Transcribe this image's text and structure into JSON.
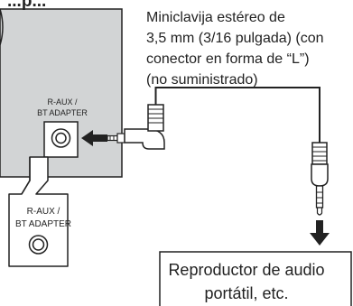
{
  "heading": "...p...",
  "cable_label": {
    "line1": "Miniclavija estéreo de",
    "line2": "3,5 mm (3/16 pulgada) (con",
    "line3": "conector en forma de “L”)",
    "line4": "(no suministrado)"
  },
  "jack": {
    "label_line1": "R-AUX /",
    "label_line2": "BT ADAPTER"
  },
  "zoom_jack": {
    "label_line1": "R-AUX /",
    "label_line2": "BT ADAPTER"
  },
  "player": {
    "label_line1": "Reproductor de audio",
    "label_line2": "portátil, etc."
  },
  "colors": {
    "panel_fill": "#d2d4d5",
    "line": "#222222",
    "background": "#ffffff"
  }
}
